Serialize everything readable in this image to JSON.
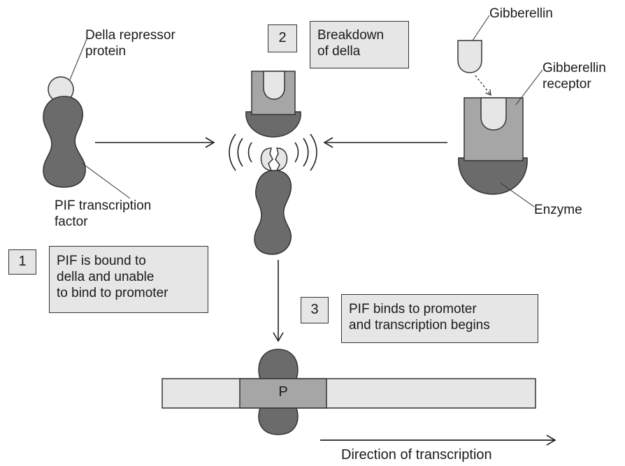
{
  "labels": {
    "della_repressor": "Della repressor\nprotein",
    "pif_factor": "PIF transcription\nfactor",
    "gibberellin": "Gibberellin",
    "gibberellin_receptor": "Gibberellin\nreceptor",
    "enzyme": "Enzyme",
    "promoter": "P",
    "direction": "Direction of transcription"
  },
  "steps": [
    {
      "number": "1",
      "text": "PIF is bound to\ndella and unable\nto bind to promoter"
    },
    {
      "number": "2",
      "text": "Breakdown\nof della"
    },
    {
      "number": "3",
      "text": "PIF binds to promoter\nand transcription begins"
    }
  ],
  "colors": {
    "dark_protein": "#6b6b6b",
    "mid_protein": "#a6a6a6",
    "light_protein": "#e6e6e6",
    "outline": "#333333",
    "dna_bar": "#e6e6e6",
    "promoter_region": "#a6a6a6"
  }
}
